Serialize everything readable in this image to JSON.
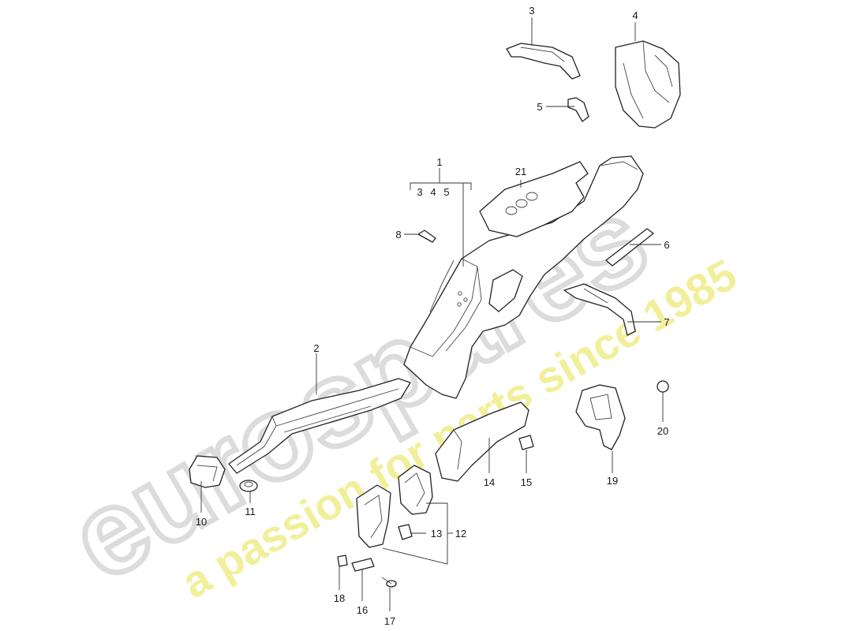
{
  "watermark": {
    "brand": "eurospares",
    "tagline": "a passion for parts since 1985",
    "brand_color": "#dcdcdc",
    "tagline_color": "#f2ef9a"
  },
  "callouts": {
    "c1": "1",
    "c1_sub3": "3",
    "c1_sub4": "4",
    "c1_sub5": "5",
    "c2": "2",
    "c3": "3",
    "c4": "4",
    "c5": "5",
    "c6": "6",
    "c7": "7",
    "c8": "8",
    "c10": "10",
    "c11": "11",
    "c12": "12",
    "c13": "13",
    "c14": "14",
    "c15": "15",
    "c16": "16",
    "c17": "17",
    "c18": "18",
    "c19": "19",
    "c20": "20",
    "c21": "21"
  }
}
